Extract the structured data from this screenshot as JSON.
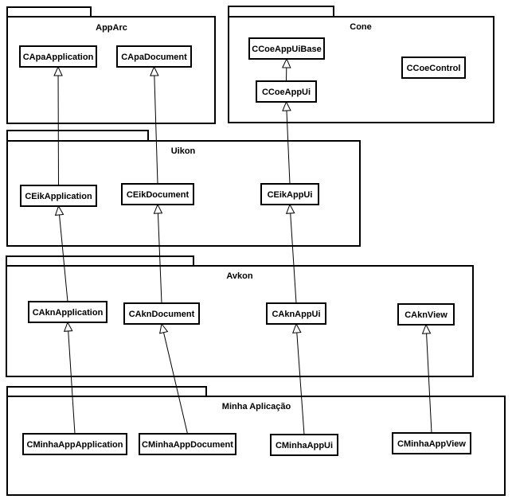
{
  "colors": {
    "stroke": "#000000",
    "background": "#ffffff",
    "box_fill": "#ffffff"
  },
  "packages": [
    {
      "id": "apparc",
      "name": "AppArc"
    },
    {
      "id": "cone",
      "name": "Cone"
    },
    {
      "id": "uikon",
      "name": "Uikon"
    },
    {
      "id": "avkon",
      "name": "Avkon"
    },
    {
      "id": "minha",
      "name": "Minha Aplicação"
    }
  ],
  "classes": [
    {
      "id": "capaapplication",
      "name": "CApaApplication",
      "package": "apparc"
    },
    {
      "id": "capadocument",
      "name": "CApaDocument",
      "package": "apparc"
    },
    {
      "id": "ccoeappuibase",
      "name": "CCoeAppUiBase",
      "package": "cone"
    },
    {
      "id": "ccoecontrol",
      "name": "CCoeControl",
      "package": "cone"
    },
    {
      "id": "ccoeappui",
      "name": "CCoeAppUi",
      "package": "cone"
    },
    {
      "id": "ceikapplication",
      "name": "CEikApplication",
      "package": "uikon"
    },
    {
      "id": "ceikdocument",
      "name": "CEikDocument",
      "package": "uikon"
    },
    {
      "id": "ceikappui",
      "name": "CEikAppUi",
      "package": "uikon"
    },
    {
      "id": "caknapplication",
      "name": "CAknApplication",
      "package": "avkon"
    },
    {
      "id": "cakndocument",
      "name": "CAknDocument",
      "package": "avkon"
    },
    {
      "id": "caknappui",
      "name": "CAknAppUi",
      "package": "avkon"
    },
    {
      "id": "caknview",
      "name": "CAknView",
      "package": "avkon"
    },
    {
      "id": "cminhaappapplication",
      "name": "CMinhaAppApplication",
      "package": "minha"
    },
    {
      "id": "cminhaappdocument",
      "name": "CMinhaAppDocument",
      "package": "minha"
    },
    {
      "id": "cminhaappui",
      "name": "CMinhaAppUi",
      "package": "minha"
    },
    {
      "id": "cminhaappview",
      "name": "CMinhaAppView",
      "package": "minha"
    }
  ],
  "edges": [
    {
      "from": "ccoeappui",
      "to": "ccoeappuibase",
      "type": "inheritance"
    },
    {
      "from": "ceikapplication",
      "to": "capaapplication",
      "type": "inheritance"
    },
    {
      "from": "ceikdocument",
      "to": "capadocument",
      "type": "inheritance"
    },
    {
      "from": "ceikappui",
      "to": "ccoeappui",
      "type": "inheritance"
    },
    {
      "from": "caknapplication",
      "to": "ceikapplication",
      "type": "inheritance"
    },
    {
      "from": "cakndocument",
      "to": "ceikdocument",
      "type": "inheritance"
    },
    {
      "from": "caknappui",
      "to": "ceikappui",
      "type": "inheritance"
    },
    {
      "from": "cminhaappapplication",
      "to": "caknapplication",
      "type": "inheritance"
    },
    {
      "from": "cminhaappdocument",
      "to": "cakndocument",
      "type": "inheritance"
    },
    {
      "from": "cminhaappui",
      "to": "caknappui",
      "type": "inheritance"
    },
    {
      "from": "cminhaappview",
      "to": "caknview",
      "type": "inheritance"
    }
  ]
}
